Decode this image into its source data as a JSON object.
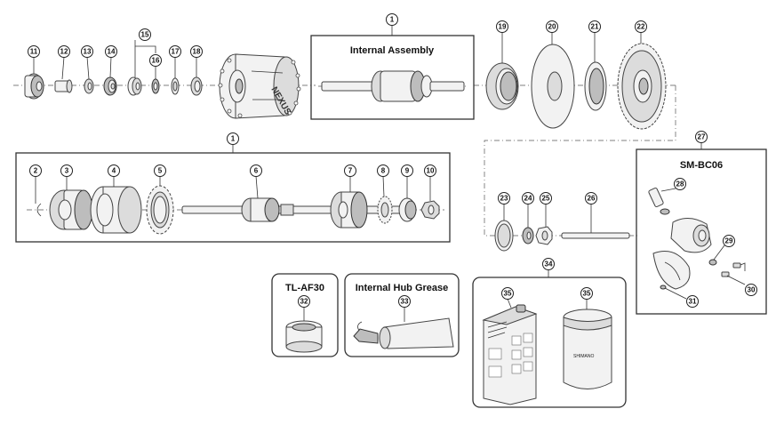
{
  "boxes": {
    "internal_assembly": "Internal Assembly",
    "bc06": "SM-BC06",
    "tl_af30": "TL-AF30",
    "grease": "Internal Hub Grease"
  },
  "callouts": {
    "c1a": "1",
    "c1b": "1",
    "c2": "2",
    "c3": "3",
    "c4": "4",
    "c5": "5",
    "c6": "6",
    "c7": "7",
    "c8": "8",
    "c9": "9",
    "c10": "10",
    "c11": "11",
    "c12": "12",
    "c13": "13",
    "c14": "14",
    "c15": "15",
    "c16": "16",
    "c17": "17",
    "c18": "18",
    "c19": "19",
    "c20": "20",
    "c21": "21",
    "c22": "22",
    "c23": "23",
    "c24": "24",
    "c25": "25",
    "c26": "26",
    "c27": "27",
    "c28": "28",
    "c29": "29",
    "c30": "30",
    "c31": "31",
    "c32": "32",
    "c33": "33",
    "c34": "34",
    "c35a": "35",
    "c35b": "35"
  },
  "printed": {
    "hub_logo": "NEXUS",
    "tin_brand": "SHIMANO"
  }
}
